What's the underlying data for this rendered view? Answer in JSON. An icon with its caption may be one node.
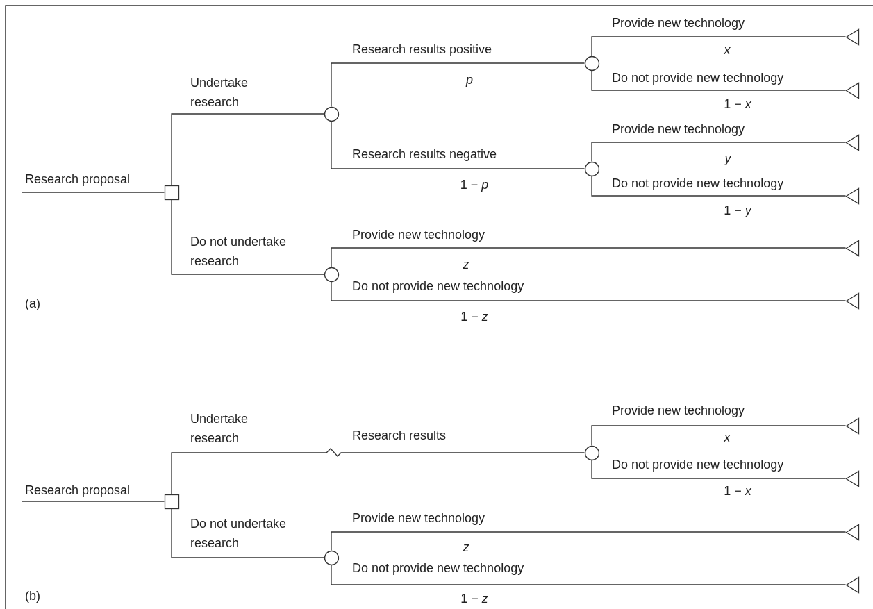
{
  "diagram": {
    "nodes": [
      {
        "text": [],
        "shape": "box"
      },
      {
        "text": [],
        "shape": "circle"
      },
      {
        "text": [],
        "shape": "circle"
      },
      {
        "text": [],
        "shape": "circle"
      },
      {
        "text": [],
        "shape": "circle"
      },
      {
        "text": [],
        "shape": "triangle"
      },
      {
        "text": [],
        "shape": "triangle"
      },
      {
        "text": [],
        "shape": "triangle"
      },
      {
        "text": [],
        "shape": "triangle"
      },
      {
        "text": [],
        "shape": "triangle"
      },
      {
        "text": [],
        "shape": "triangle"
      },
      {
        "text": [],
        "shape": "box"
      },
      {
        "text": [],
        "shape": "circle"
      },
      {
        "text": [],
        "shape": "circle"
      },
      {
        "text": [],
        "shape": "triangle"
      },
      {
        "text": [],
        "shape": "triangle"
      },
      {
        "text": [],
        "shape": "triangle"
      },
      {
        "text": [],
        "shape": "triangle"
      }
    ],
    "edges": [
      {
        "from": null,
        "to": 0,
        "arrow": "none",
        "label": "Research proposal"
      },
      {
        "from": 0,
        "to": 1,
        "arrow": "none",
        "label": "Undertake research"
      },
      {
        "from": 0,
        "to": 2,
        "arrow": "none",
        "label": "Do not undertake research"
      },
      {
        "from": 1,
        "to": 3,
        "arrow": "none",
        "label": "Research results positive"
      },
      {
        "from": 1,
        "to": 4,
        "arrow": "none",
        "label": "Research results negative"
      },
      {
        "from": 3,
        "to": 5,
        "arrow": "none",
        "label": "Provide new technology"
      },
      {
        "from": 3,
        "to": 6,
        "arrow": "none",
        "label": "Do not provide new technology"
      },
      {
        "from": 4,
        "to": 7,
        "arrow": "none",
        "label": "Provide new technology"
      },
      {
        "from": 4,
        "to": 8,
        "arrow": "none",
        "label": "Do not provide new technology"
      },
      {
        "from": 2,
        "to": 9,
        "arrow": "none",
        "label": "Provide new technology"
      },
      {
        "from": 2,
        "to": 10,
        "arrow": "none",
        "label": "Do not provide new technology"
      },
      {
        "from": null,
        "to": 11,
        "arrow": "none",
        "label": "Research proposal"
      },
      {
        "from": 11,
        "to": 12,
        "arrow": "none",
        "label": "Undertake research"
      },
      {
        "from": 11,
        "to": 13,
        "arrow": "none",
        "label": "Do not undertake research"
      },
      {
        "from": 12,
        "to": 14,
        "arrow": "none",
        "label": "Provide new technology"
      },
      {
        "from": 12,
        "to": 15,
        "arrow": "none",
        "label": "Do not provide new technology"
      },
      {
        "from": 13,
        "to": 16,
        "arrow": "none",
        "label": "Provide new technology"
      },
      {
        "from": 13,
        "to": 17,
        "arrow": "none",
        "label": "Do not provide new technology"
      }
    ],
    "labels": [
      "x",
      "p",
      "1 − *x*",
      "y",
      "1 − *p*",
      "1 − *y*",
      "z",
      "(a)",
      "1 − *z*",
      "Research results",
      "x",
      "1 − *x*",
      "z",
      "(b)",
      "1 − *z*"
    ]
  }
}
